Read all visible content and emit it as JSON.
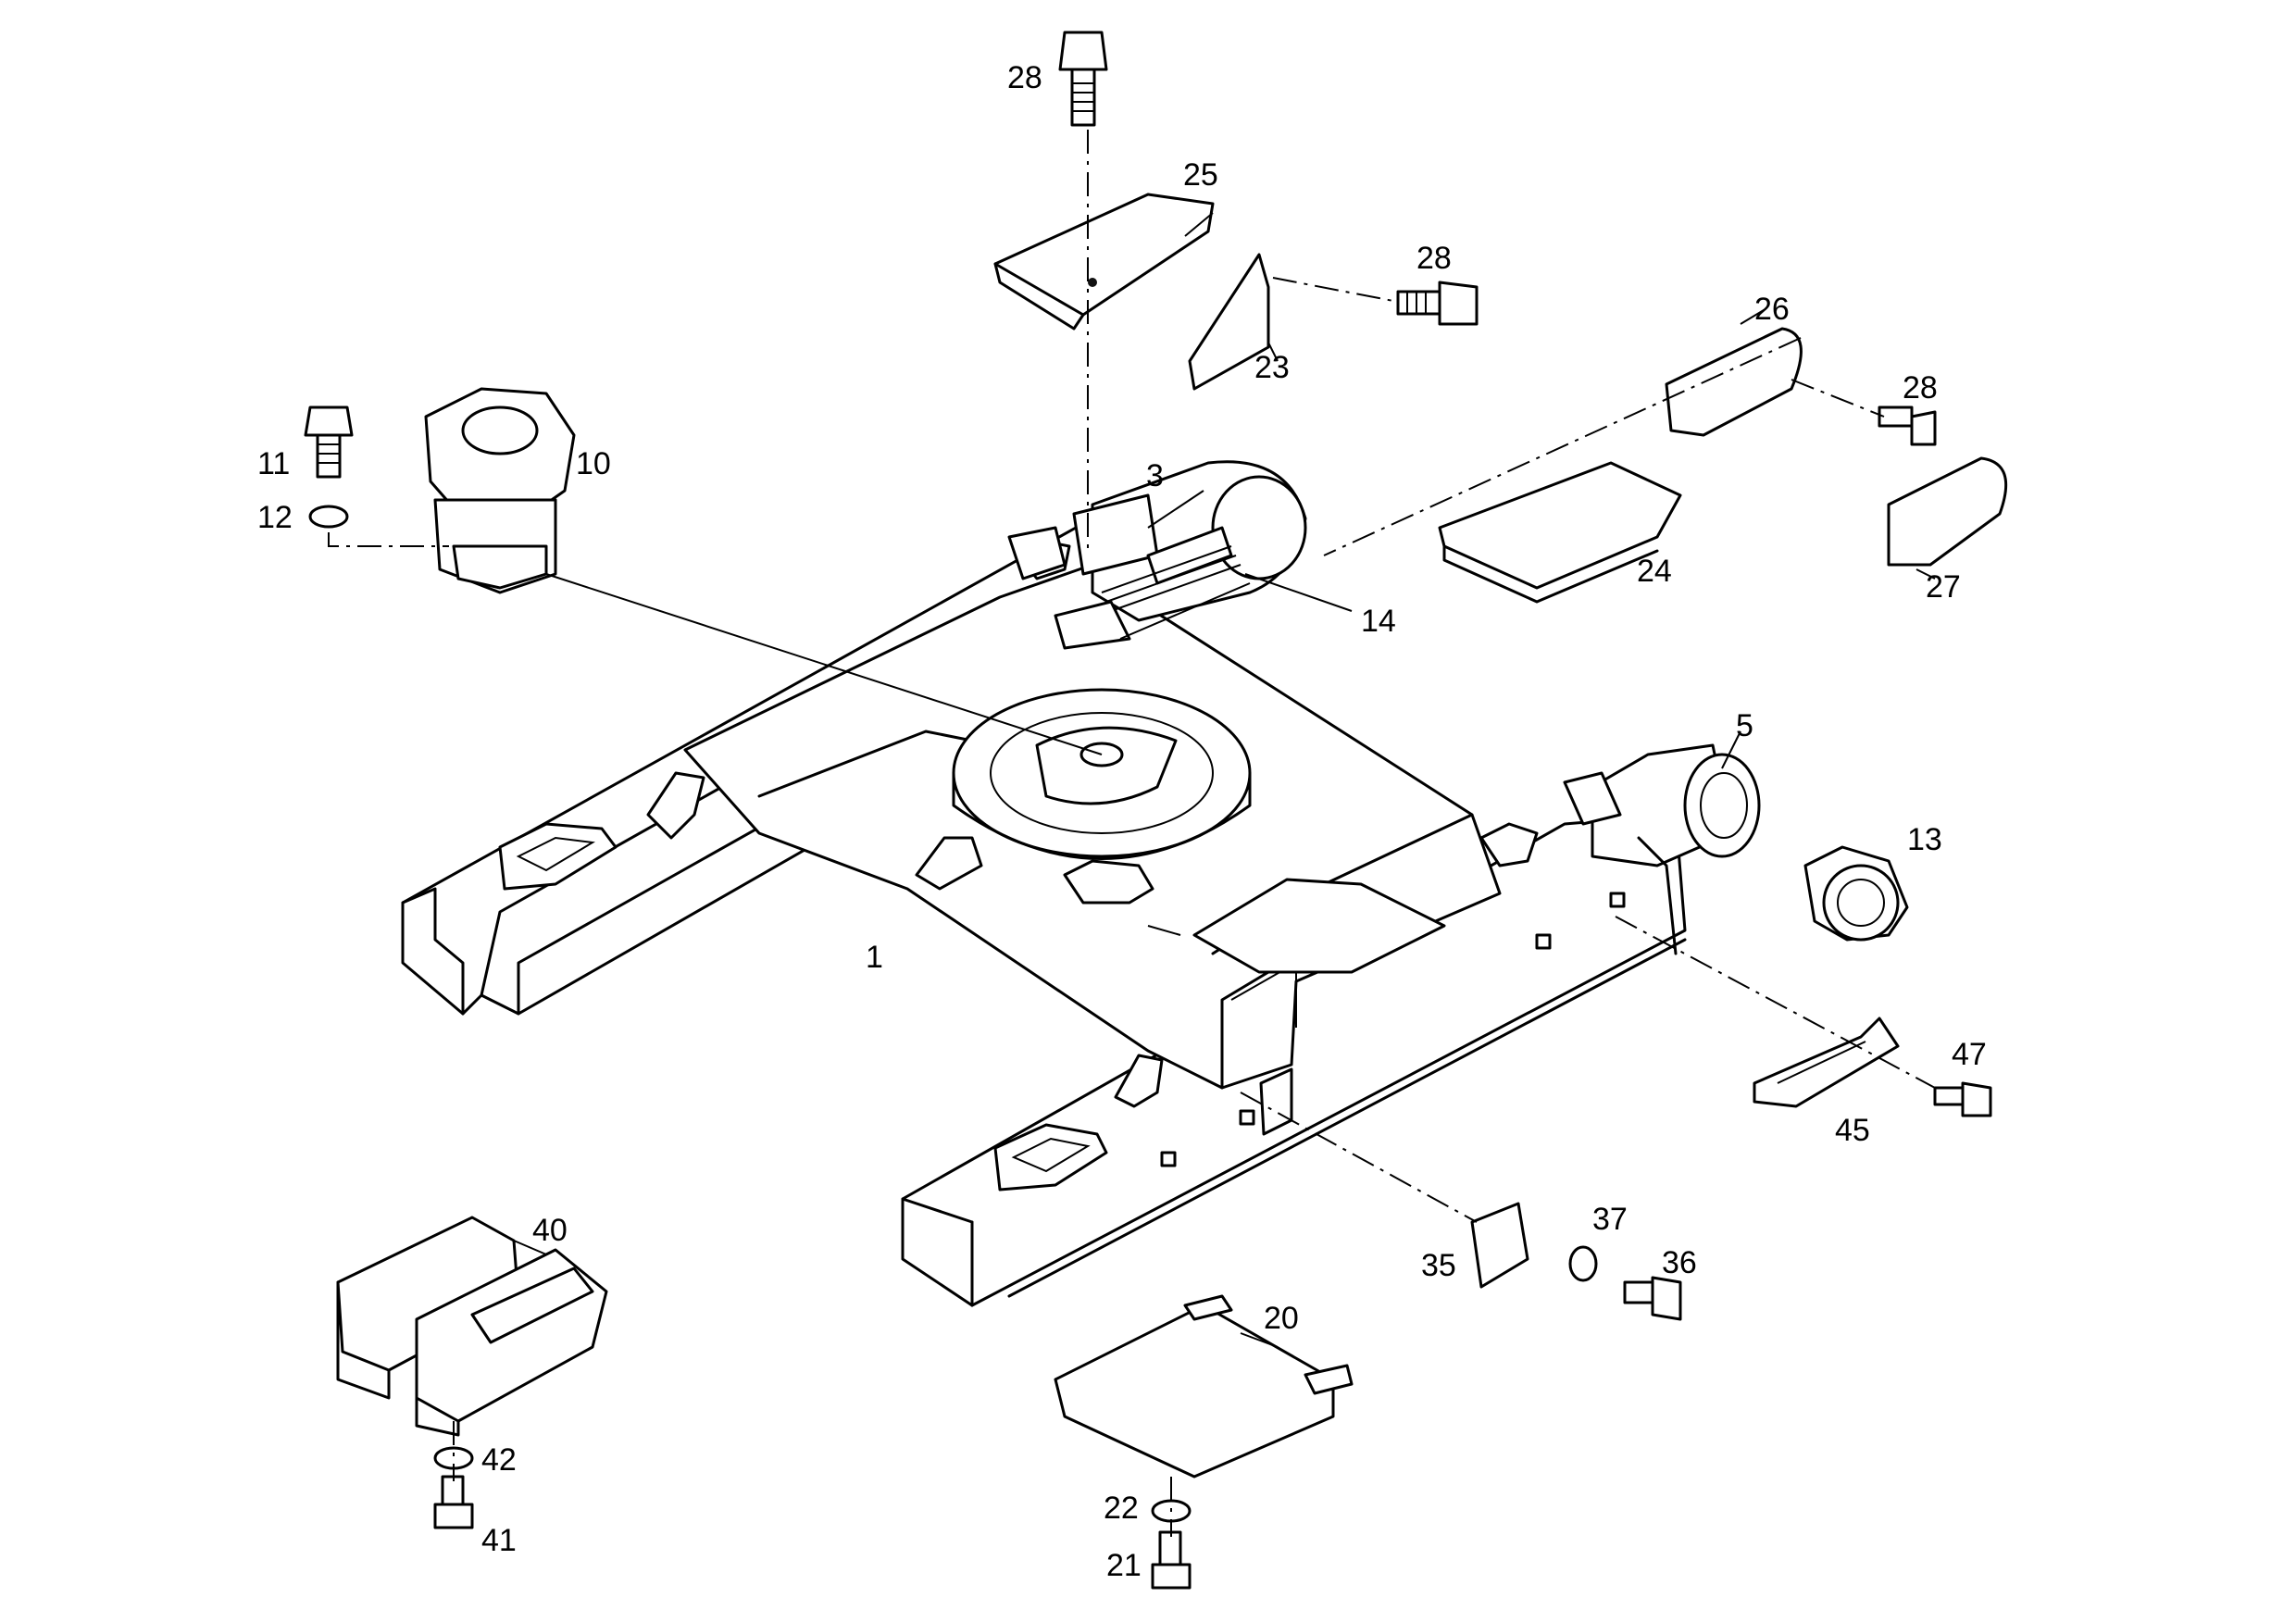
{
  "callouts": {
    "c1": "1",
    "c3": "3",
    "c5": "5",
    "c10": "10",
    "c11": "11",
    "c12": "12",
    "c13": "13",
    "c14": "14",
    "c20": "20",
    "c21": "21",
    "c22": "22",
    "c23": "23",
    "c24": "24",
    "c25": "25",
    "c26": "26",
    "c27": "27",
    "c28a": "28",
    "c28b": "28",
    "c28c": "28",
    "c35": "35",
    "c36": "36",
    "c37": "37",
    "c40": "40",
    "c41": "41",
    "c42": "42",
    "c45": "45",
    "c47": "47"
  }
}
